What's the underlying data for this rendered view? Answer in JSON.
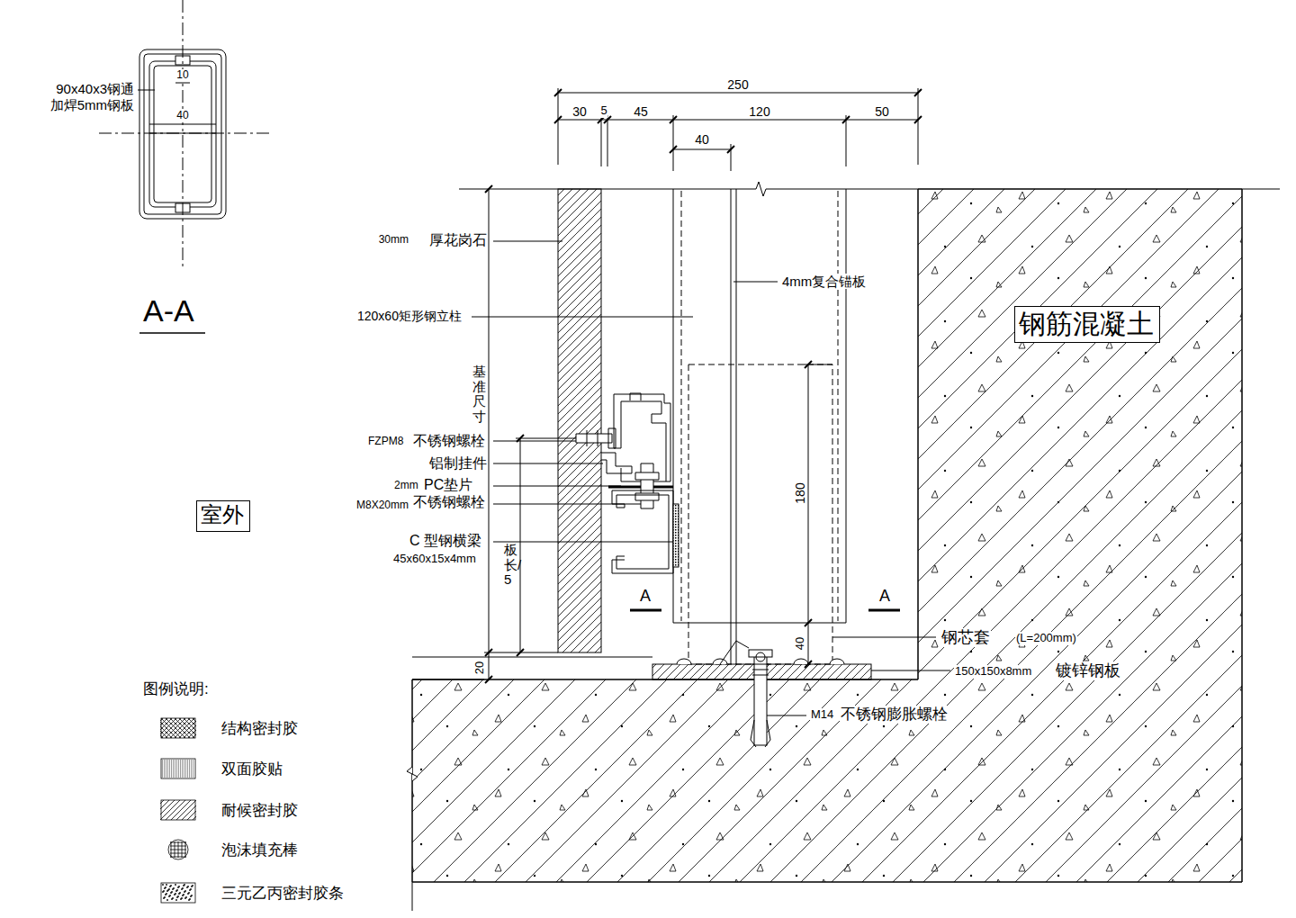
{
  "diagram": {
    "nodes": [
      {
        "text": [
          "钢筋混凝土"
        ]
      },
      {
        "text": [
          "室外"
        ]
      }
    ],
    "labels": [
      "90x40x3钢通",
      "加焊5mm钢板",
      "10",
      "40",
      "A-A",
      "250",
      "30",
      "5",
      "45",
      "120",
      "50",
      "40",
      "30mm",
      "厚花岗石",
      "120x60矩形钢立柱",
      "4mm复合锚板",
      "基准尺寸",
      "FZPM8",
      "不锈钢螺栓",
      "铝制挂件",
      "2mm",
      "PC垫片",
      "M8X20mm",
      "不锈钢螺栓",
      "C 型钢横梁",
      "45x60x15x4mm",
      "板长/5",
      "180",
      "A",
      "A",
      "钢芯套",
      "(L=200mm)",
      "40",
      "20",
      "150x150x8mm",
      "镀锌钢板",
      "M14",
      "不锈钢膨胀螺栓",
      "图例说明:"
    ],
    "legend": [
      {
        "text": "结构密封胶"
      },
      {
        "text": "双面胶贴"
      },
      {
        "text": "耐候密封胶"
      },
      {
        "text": "泡沫填充棒"
      },
      {
        "text": "三元乙丙密封胶条"
      }
    ]
  }
}
